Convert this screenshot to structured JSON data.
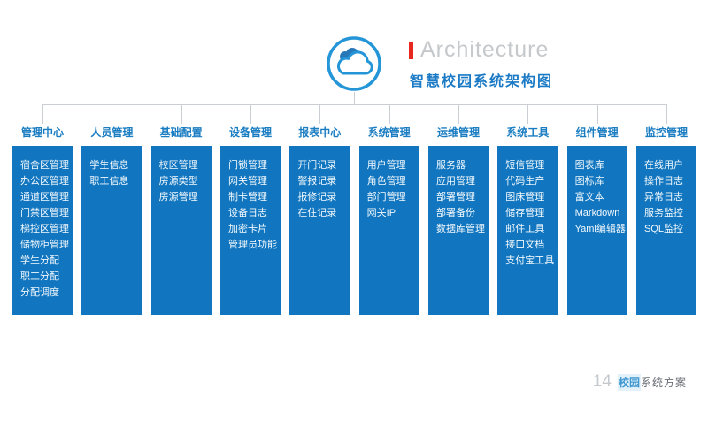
{
  "header": {
    "title_en": "Architecture",
    "title_zh": "智慧校园系统架构图"
  },
  "colors": {
    "box_blue": "#1176bf",
    "header_text_blue": "#1a7dc2",
    "title_zh_blue": "#1a7ac5",
    "accent_red": "#e8281e",
    "connector_gray": "#cbcfd3",
    "icon_blue": "#2496d8",
    "icon_dark_blue": "#2878b8"
  },
  "icons": {
    "cloud": "cloud-icon"
  },
  "columns": [
    {
      "title": "管理中心",
      "items": [
        "宿舍区管理",
        "办公区管理",
        "通道区管理",
        "门禁区管理",
        "梯控区管理",
        "储物柜管理",
        "学生分配",
        "职工分配",
        "分配调度"
      ]
    },
    {
      "title": "人员管理",
      "items": [
        "学生信息",
        "职工信息"
      ]
    },
    {
      "title": "基础配置",
      "items": [
        "校区管理",
        "房源类型",
        "房源管理"
      ]
    },
    {
      "title": "设备管理",
      "items": [
        "门锁管理",
        "网关管理",
        "制卡管理",
        "设备日志",
        "加密卡片",
        "管理员功能"
      ]
    },
    {
      "title": "报表中心",
      "items": [
        "开门记录",
        "警报记录",
        "报修记录",
        "在住记录"
      ]
    },
    {
      "title": "系统管理",
      "items": [
        "用户管理",
        "角色管理",
        "部门管理",
        "网关IP"
      ]
    },
    {
      "title": "运维管理",
      "items": [
        "服务器",
        "应用管理",
        "部署管理",
        "部署备份",
        "数据库管理"
      ]
    },
    {
      "title": "系统工具",
      "items": [
        "短信管理",
        "代码生产",
        "图床管理",
        "储存管理",
        "邮件工具",
        "接口文档",
        "支付宝工具"
      ]
    },
    {
      "title": "组件管理",
      "items": [
        "图表库",
        "图标库",
        "富文本",
        "Markdown",
        "Yaml编辑器"
      ]
    },
    {
      "title": "监控管理",
      "items": [
        "在线用户",
        "操作日志",
        "异常日志",
        "服务监控",
        "SQL监控"
      ]
    }
  ],
  "footer": {
    "page_number": "14",
    "highlight": "校园",
    "rest": "系统方案"
  }
}
